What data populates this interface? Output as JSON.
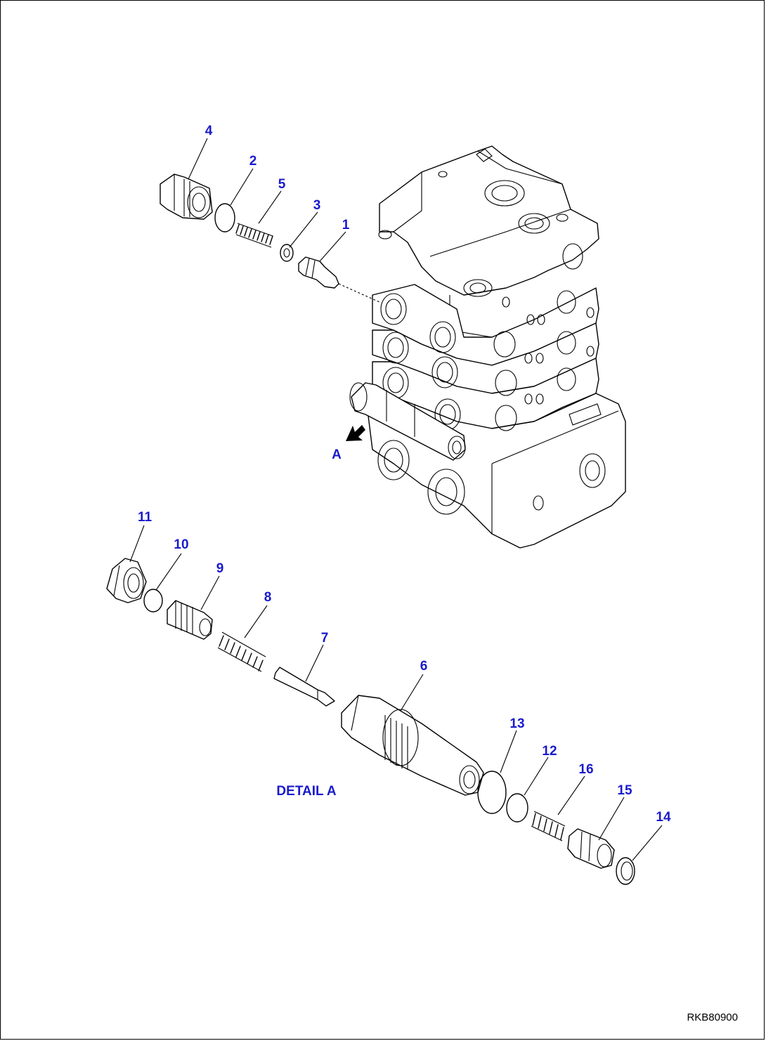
{
  "callouts": [
    {
      "id": "1",
      "label": "1"
    },
    {
      "id": "2",
      "label": "2"
    },
    {
      "id": "3",
      "label": "3"
    },
    {
      "id": "4",
      "label": "4"
    },
    {
      "id": "5",
      "label": "5"
    },
    {
      "id": "6",
      "label": "6"
    },
    {
      "id": "7",
      "label": "7"
    },
    {
      "id": "8",
      "label": "8"
    },
    {
      "id": "9",
      "label": "9"
    },
    {
      "id": "10",
      "label": "10"
    },
    {
      "id": "11",
      "label": "11"
    },
    {
      "id": "12",
      "label": "12"
    },
    {
      "id": "13",
      "label": "13"
    },
    {
      "id": "14",
      "label": "14"
    },
    {
      "id": "15",
      "label": "15"
    },
    {
      "id": "16",
      "label": "16"
    }
  ],
  "view_marker": "A",
  "detail_caption": "DETAIL A",
  "drawing_code": "RKB80900",
  "colors": {
    "callout": "#1a1acc",
    "line": "#000000",
    "background": "#ffffff"
  }
}
